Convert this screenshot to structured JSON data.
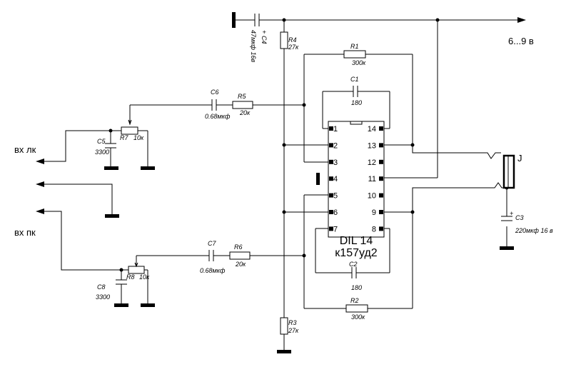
{
  "supply": {
    "voltage": "6...9 в"
  },
  "ic": {
    "package": "DIL 14",
    "part": "к157уд2",
    "pins_left": [
      "1",
      "2",
      "3",
      "4",
      "5",
      "6",
      "7"
    ],
    "pins_right": [
      "14",
      "13",
      "12",
      "11",
      "10",
      "9",
      "8"
    ]
  },
  "inputs": {
    "left": "вх  лк",
    "right": "вх  пк"
  },
  "output": {
    "label": "J"
  },
  "components": {
    "C4": {
      "ref": "C4",
      "value": "47мкф 16в",
      "polarity": "+"
    },
    "R4": {
      "ref": "R4",
      "value": "27к"
    },
    "R1": {
      "ref": "R1",
      "value": "300к"
    },
    "C1": {
      "ref": "C1",
      "value": "180"
    },
    "C6": {
      "ref": "C6",
      "value": "0.68мкф"
    },
    "R5": {
      "ref": "R5",
      "value": "20к"
    },
    "R7": {
      "ref": "R7",
      "value": "10к"
    },
    "C5": {
      "ref": "C5",
      "value": "3300"
    },
    "C7": {
      "ref": "C7",
      "value": "0.68мкф"
    },
    "R6": {
      "ref": "R6",
      "value": "20к"
    },
    "R8": {
      "ref": "R8",
      "value": "10к"
    },
    "C8": {
      "ref": "C8",
      "value": "3300"
    },
    "C2": {
      "ref": "C2",
      "value": "180"
    },
    "R2": {
      "ref": "R2",
      "value": "300к"
    },
    "R3": {
      "ref": "R3",
      "value": "27к"
    },
    "C3": {
      "ref": "C3",
      "value": "220мкф 16 в",
      "polarity": "+"
    }
  }
}
